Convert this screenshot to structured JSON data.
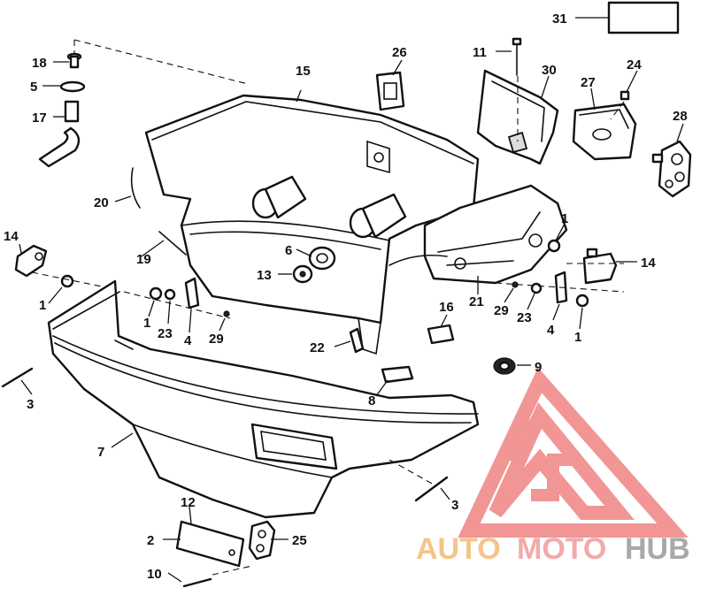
{
  "callouts": {
    "c1a": "1",
    "c1b": "1",
    "c1c": "1",
    "c1d": "1",
    "c2": "2",
    "c3a": "3",
    "c3b": "3",
    "c4a": "4",
    "c4b": "4",
    "c5": "5",
    "c6": "6",
    "c7": "7",
    "c8": "8",
    "c9": "9",
    "c10": "10",
    "c11": "11",
    "c12": "12",
    "c13": "13",
    "c14a": "14",
    "c14b": "14",
    "c15": "15",
    "c16": "16",
    "c17": "17",
    "c18": "18",
    "c19": "19",
    "c20": "20",
    "c21": "21",
    "c22": "22",
    "c23a": "23",
    "c23b": "23",
    "c24": "24",
    "c25": "25",
    "c26": "26",
    "c27": "27",
    "c28": "28",
    "c29a": "29",
    "c29b": "29",
    "c30": "30",
    "c31": "31"
  },
  "watermark": {
    "part1": "AUTO",
    "part2": "MOTO",
    "part3": "HUB",
    "color_auto": "#f5c48a",
    "color_moto": "#f4a9a9",
    "color_hub": "#a9a9a9",
    "color_triangle": "#f08a8a"
  }
}
